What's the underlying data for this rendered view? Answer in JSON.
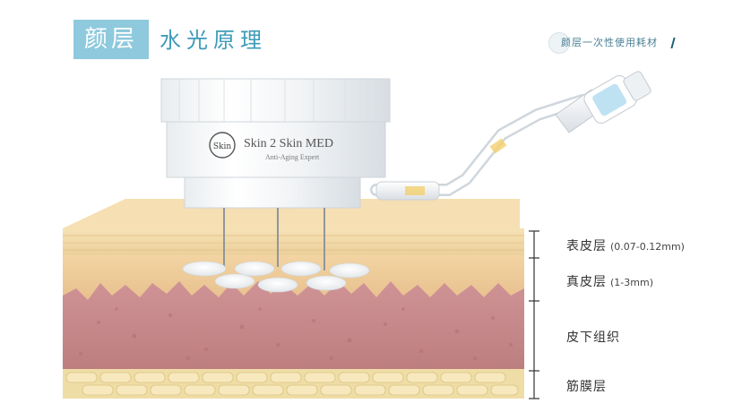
{
  "header": {
    "badge": "颜层",
    "title": "水光原理"
  },
  "brand_tag": {
    "text": "颜层一次性使用耗材"
  },
  "device": {
    "brand_name": "Skin 2 Skin MED",
    "tagline": "Anti-Aging Expert",
    "logo_text": "Skin"
  },
  "layers": [
    {
      "name": "表皮层",
      "detail": "(0.07-0.12mm)"
    },
    {
      "name": "真皮层",
      "detail": "(1-3mm)"
    },
    {
      "name": "皮下组织",
      "detail": ""
    },
    {
      "name": "筋膜层",
      "detail": ""
    }
  ],
  "colors": {
    "accent": "#8ec9dd",
    "title": "#3d9bb8",
    "epidermis": "#f1d9a8",
    "dermis": "#f0d2a0",
    "subcutaneous": "#c98a8c",
    "fascia": "#efdfaa"
  }
}
